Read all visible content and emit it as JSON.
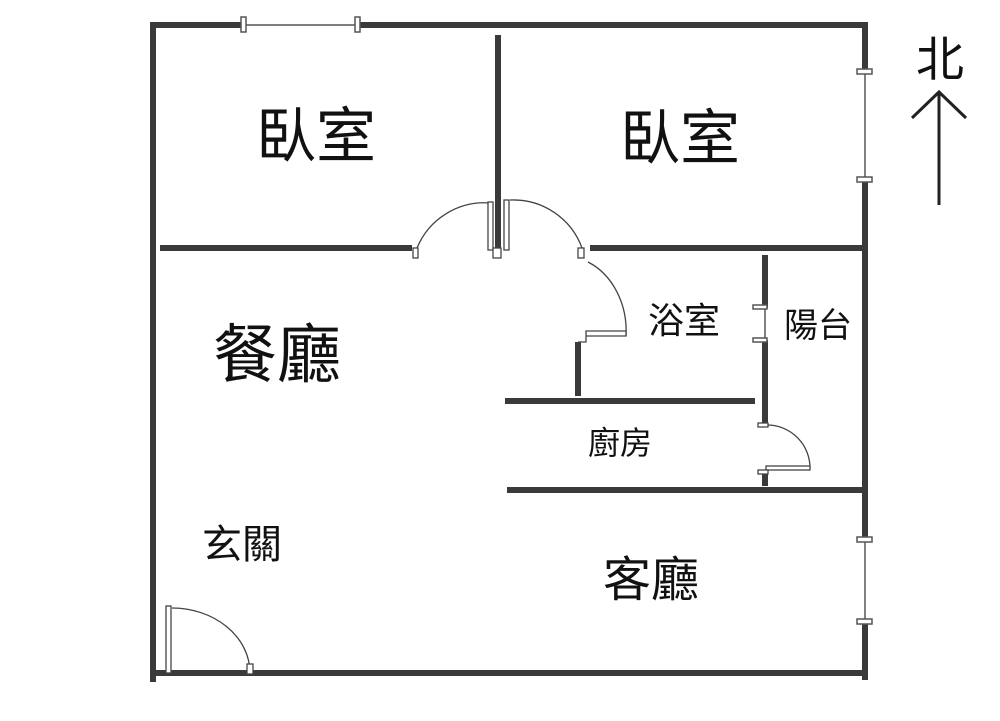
{
  "rooms": {
    "bedroom_1": "臥室",
    "bedroom_2": "臥室",
    "dining": "餐廳",
    "bathroom": "浴室",
    "balcony": "陽台",
    "kitchen": "廚房",
    "entrance": "玄關",
    "living": "客廳"
  },
  "compass": {
    "label": "北"
  },
  "colors": {
    "wall": "#3a3a3a",
    "line": "#555555"
  }
}
